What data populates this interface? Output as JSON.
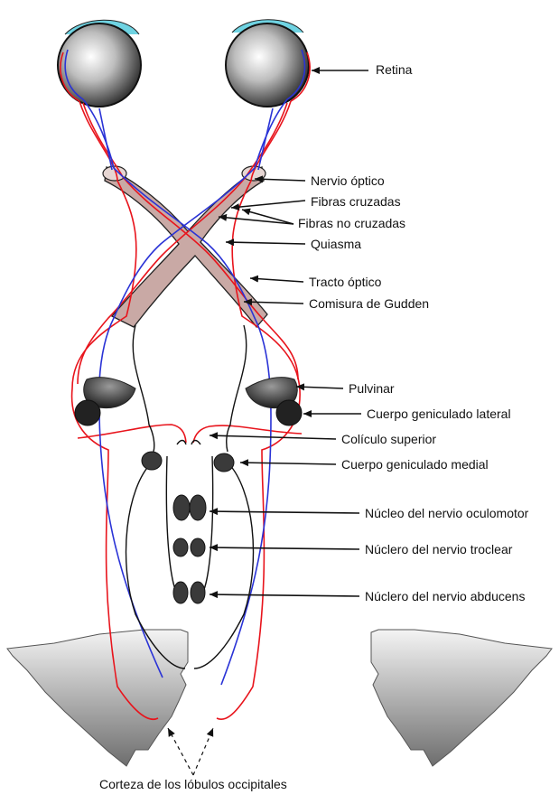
{
  "labels": {
    "retina": "Retina",
    "optic_nerve": "Nervio óptico",
    "crossed_fibers": "Fibras cruzadas",
    "uncrossed_fibers": "Fibras no cruzadas",
    "chiasm": "Quiasma",
    "optic_tract": "Tracto óptico",
    "gudden_commissure": "Comisura de Gudden",
    "pulvinar": "Pulvinar",
    "lateral_geniculate": "Cuerpo geniculado lateral",
    "superior_colliculus": "Colículo superior",
    "medial_geniculate": "Cuerpo geniculado medial",
    "oculomotor_nucleus": "Núcleo del nervio oculomotor",
    "trochlear_nucleus": "Núclero del nervio troclear",
    "abducens_nucleus": "Núclero del nervio abducens",
    "occipital_cortex": "Corteza de los lóbulos occipitales"
  },
  "colors": {
    "temporal_fibers": "#e8141c",
    "nasal_fibers": "#2a33d6",
    "tract_fill": "#c9a9a5",
    "nucleus_fill": "#3a3a3a"
  }
}
